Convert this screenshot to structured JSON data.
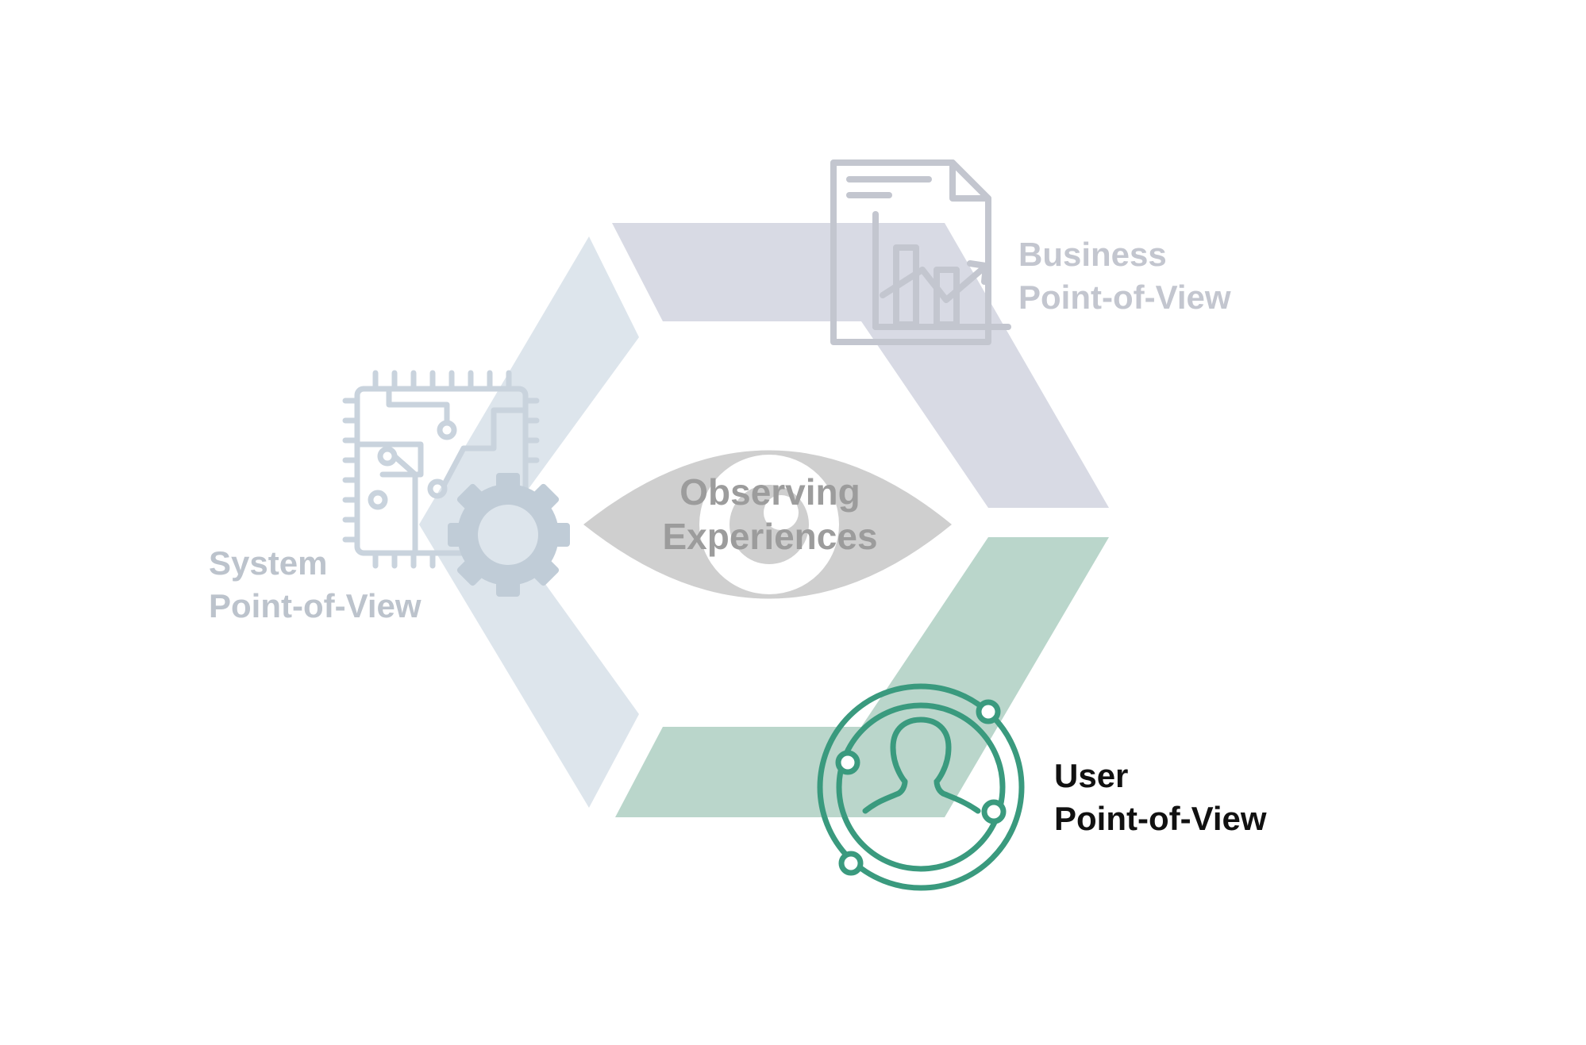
{
  "diagram": {
    "center": {
      "line1": "Observing",
      "line2": "Experiences"
    },
    "segments": [
      {
        "id": "system",
        "line1": "System",
        "line2": "Point-of-View",
        "icon": "circuit-gear-icon"
      },
      {
        "id": "business",
        "line1": "Business",
        "line2": "Point-of-View",
        "icon": "report-chart-icon"
      },
      {
        "id": "user",
        "line1": "User",
        "line2": "Point-of-View",
        "icon": "user-network-icon"
      }
    ],
    "colors": {
      "system": "#dde5ec",
      "business": "#d8dae4",
      "user": "#bad6cb",
      "user_icon": "#3a9a7e",
      "eye": "#cfcfcf",
      "highlight_text": "#111111",
      "muted_text": "#bcc3cc"
    }
  }
}
